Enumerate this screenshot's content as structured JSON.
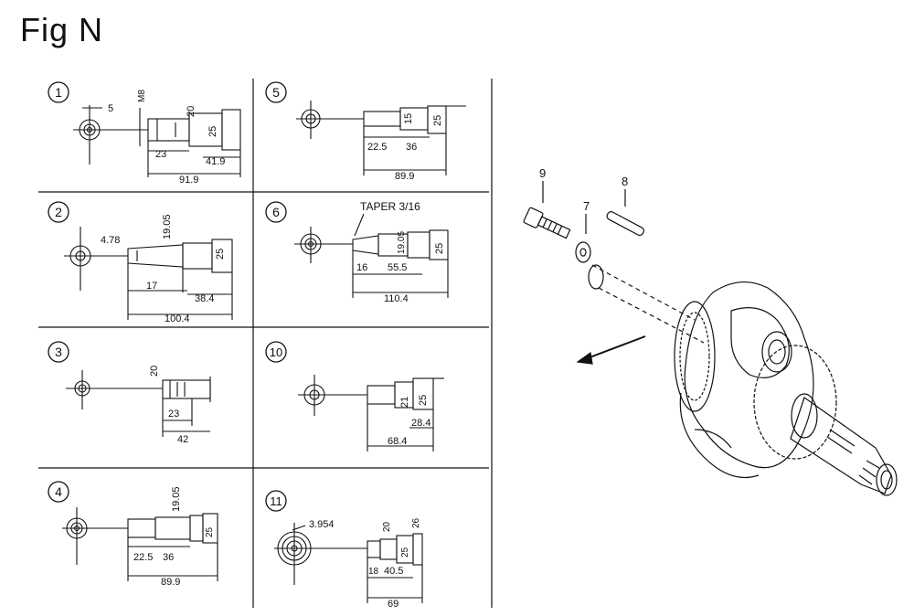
{
  "figure": {
    "title": "Fig N"
  },
  "panels": {
    "p1": {
      "num": "1",
      "dims": [
        "5",
        "M8",
        "20",
        "25",
        "23",
        "41.9",
        "91.9"
      ]
    },
    "p2": {
      "num": "2",
      "dims": [
        "4.78",
        "19.05",
        "25",
        "17",
        "38.4",
        "100.4"
      ]
    },
    "p3": {
      "num": "3",
      "dims": [
        "20",
        "23",
        "42"
      ]
    },
    "p4": {
      "num": "4",
      "dims": [
        "19.05",
        "25",
        "22.5",
        "36",
        "89.9"
      ]
    },
    "p5": {
      "num": "5",
      "dims": [
        "15",
        "25",
        "22.5",
        "36",
        "89.9"
      ]
    },
    "p6": {
      "num": "6",
      "note": "TAPER 3/16",
      "dims": [
        "19.05",
        "25",
        "16",
        "55.5",
        "110.4"
      ]
    },
    "p10": {
      "num": "10",
      "dims": [
        "21",
        "25",
        "28.4",
        "68.4"
      ]
    },
    "p11": {
      "num": "11",
      "dims": [
        "3.954",
        "20",
        "26",
        "25",
        "18",
        "40.5",
        "69"
      ]
    }
  },
  "assembly": {
    "callouts": [
      "9",
      "7",
      "8"
    ]
  }
}
